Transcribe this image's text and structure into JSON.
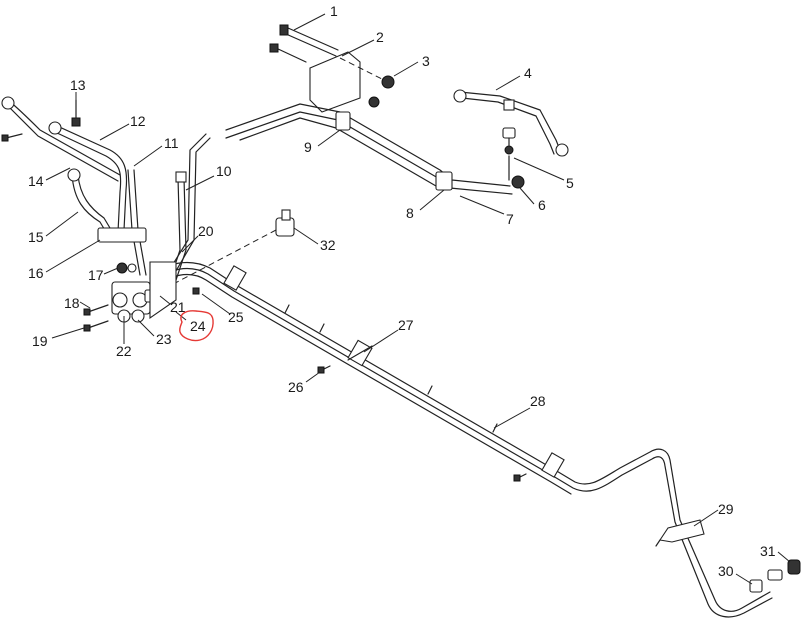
{
  "callouts": [
    {
      "key": "c1",
      "label": "1"
    },
    {
      "key": "c2",
      "label": "2"
    },
    {
      "key": "c3",
      "label": "3"
    },
    {
      "key": "c4",
      "label": "4"
    },
    {
      "key": "c5",
      "label": "5"
    },
    {
      "key": "c6",
      "label": "6"
    },
    {
      "key": "c7",
      "label": "7"
    },
    {
      "key": "c8",
      "label": "8"
    },
    {
      "key": "c9",
      "label": "9"
    },
    {
      "key": "c10",
      "label": "10"
    },
    {
      "key": "c11",
      "label": "11"
    },
    {
      "key": "c12",
      "label": "12"
    },
    {
      "key": "c13",
      "label": "13"
    },
    {
      "key": "c14",
      "label": "14"
    },
    {
      "key": "c15",
      "label": "15"
    },
    {
      "key": "c16",
      "label": "16"
    },
    {
      "key": "c17",
      "label": "17"
    },
    {
      "key": "c18",
      "label": "18"
    },
    {
      "key": "c19",
      "label": "19"
    },
    {
      "key": "c20",
      "label": "20"
    },
    {
      "key": "c21",
      "label": "21"
    },
    {
      "key": "c22",
      "label": "22"
    },
    {
      "key": "c23",
      "label": "23"
    },
    {
      "key": "c24",
      "label": "24",
      "highlighted": true
    },
    {
      "key": "c25",
      "label": "25"
    },
    {
      "key": "c26",
      "label": "26"
    },
    {
      "key": "c27",
      "label": "27"
    },
    {
      "key": "c28",
      "label": "28"
    },
    {
      "key": "c29",
      "label": "29"
    },
    {
      "key": "c30",
      "label": "30"
    },
    {
      "key": "c31",
      "label": "31"
    },
    {
      "key": "c32",
      "label": "32"
    }
  ],
  "colors": {
    "line": "#222222",
    "highlight": "#e53935",
    "background": "#ffffff"
  }
}
